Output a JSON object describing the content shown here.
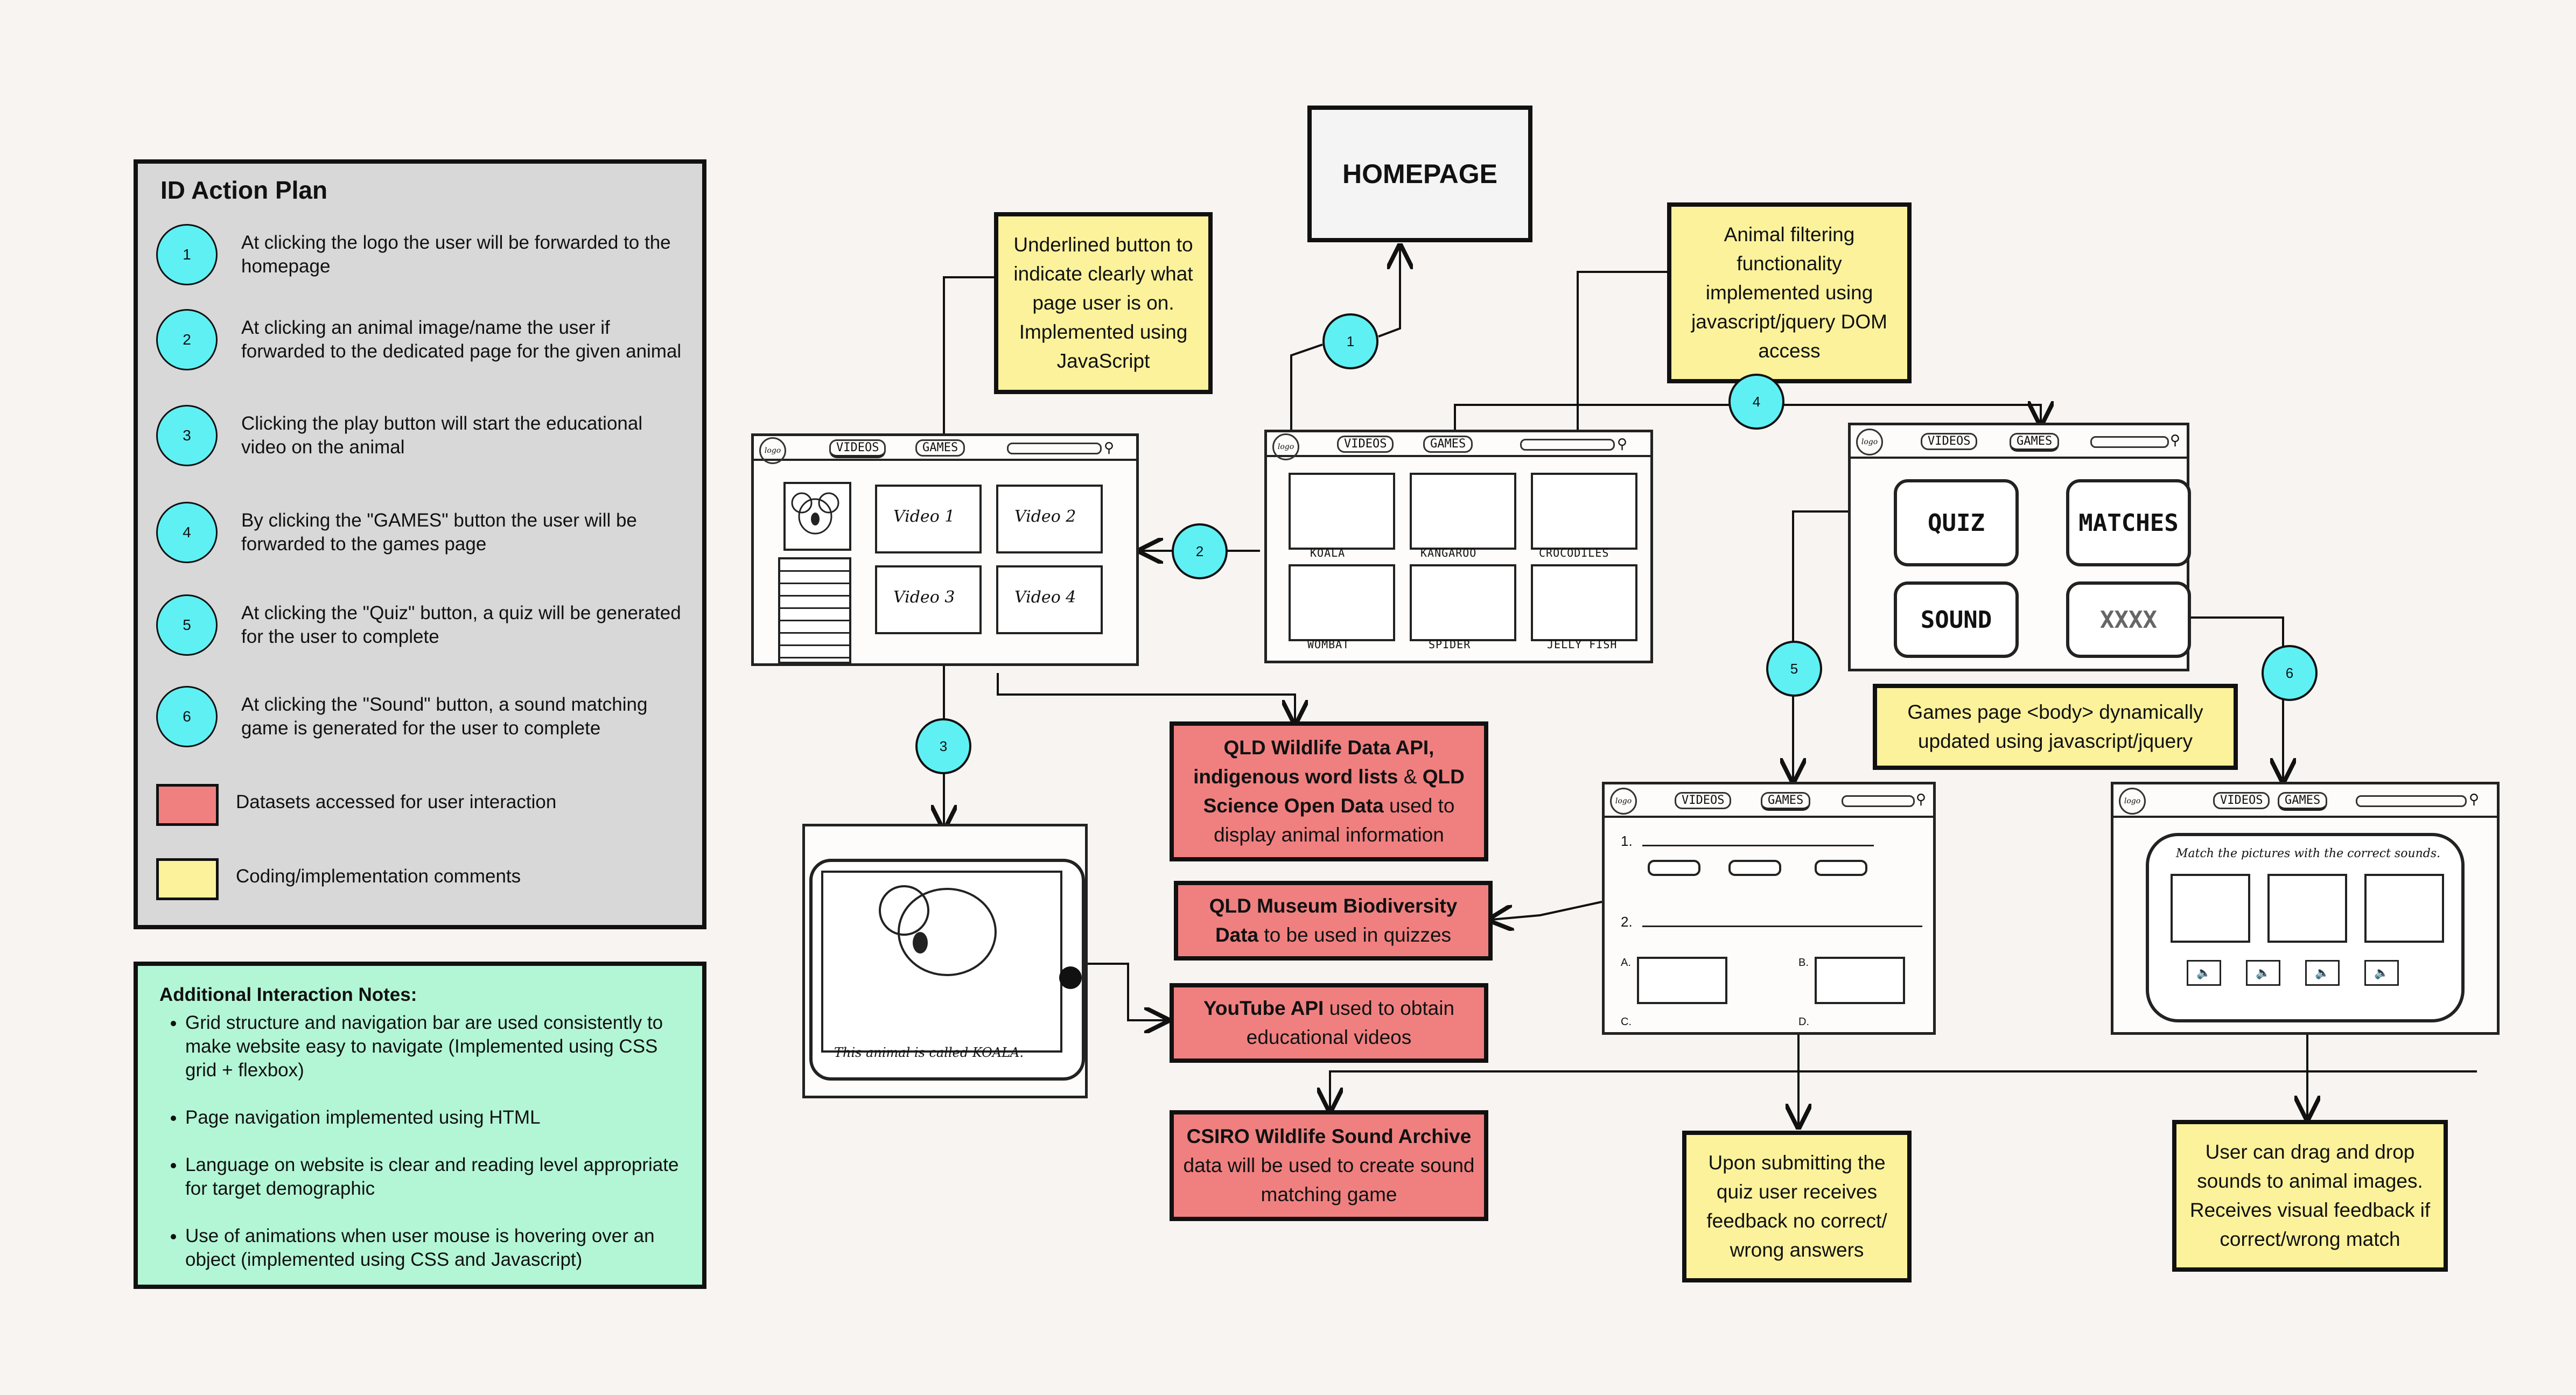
{
  "legend": {
    "title": "ID Action Plan",
    "steps": [
      {
        "num": "1",
        "text": "At clicking the logo the user will be forwarded to the homepage"
      },
      {
        "num": "2",
        "text": "At clicking an animal image/name the user if forwarded to the dedicated page for the given animal"
      },
      {
        "num": "3",
        "text": "Clicking the play button will start the educational video on the animal"
      },
      {
        "num": "4",
        "text": "By clicking the \"GAMES\" button the user will be forwarded to the games page"
      },
      {
        "num": "5",
        "text": "At clicking the \"Quiz\" button, a quiz will be generated for the user to complete"
      },
      {
        "num": "6",
        "text": "At clicking the \"Sound\" button, a sound matching game is generated for the user to complete"
      }
    ],
    "swatches": [
      {
        "text": "Datasets accessed for user interaction",
        "color": "#f08080"
      },
      {
        "text": "Coding/implementation comments",
        "color": "#fbf29b"
      }
    ]
  },
  "notes": {
    "title": "Additional Interaction Notes:",
    "items": [
      "Grid structure and navigation bar are used consistently to make website easy to navigate (Implemented using CSS grid + flexbox)",
      "Page navigation implemented using HTML",
      "Language on website is clear and reading level appropriate for target demographic",
      "Use of animations when user mouse is hovering over an object (implemented using CSS and Javascript)"
    ]
  },
  "homepage_label": "HOMEPAGE",
  "comments": {
    "underline": "Underlined button to indicate clearly what page user is on. Implemented using JavaScript",
    "filtering": "Animal filtering functionality implemented using javascript/jquery DOM access",
    "games_body": "Games page <body> dynamically updated using javascript/jquery",
    "quiz_feedback": "Upon submitting the quiz user receives feedback no correct/ wrong answers",
    "drag_drop": "User can drag and drop sounds to animal images. Receives visual feedback if correct/wrong match"
  },
  "datasets": {
    "qld_wildlife": {
      "bold1": "QLD Wildlife Data API, indigenous word lists",
      "mid": " & ",
      "bold2": "QLD Science Open Data",
      "rest": " used to display animal information"
    },
    "museum": {
      "bold": "QLD Museum Biodiversity Data",
      "rest": " to be used in quizzes"
    },
    "youtube": {
      "bold": "YouTube API",
      "rest": " used to obtain educational videos"
    },
    "csiro": {
      "bold": "CSIRO Wildlife Sound Archive",
      "rest": " data will be used to create sound matching game"
    }
  },
  "badges": [
    "1",
    "2",
    "3",
    "4",
    "5",
    "6"
  ],
  "sketch": {
    "logo": "logo",
    "nav_videos": "VIDEOS",
    "nav_games": "GAMES",
    "videos": [
      "Video 1",
      "Video 2",
      "Video 3",
      "Video 4"
    ],
    "animals": [
      "KOALA",
      "KANGAROO",
      "CROCODILES",
      "WOMBAT",
      "SPIDER",
      "JELLY FISH"
    ],
    "games": [
      "QUIZ",
      "MATCHES",
      "SOUND",
      "XXXX"
    ],
    "video_caption": "This animal is called KOALA.",
    "match_instruction": "Match the pictures with the correct sounds.",
    "quiz_q1": "1.",
    "quiz_q2": "2.",
    "quiz_opts": [
      "A.",
      "B.",
      "C.",
      "D."
    ]
  }
}
